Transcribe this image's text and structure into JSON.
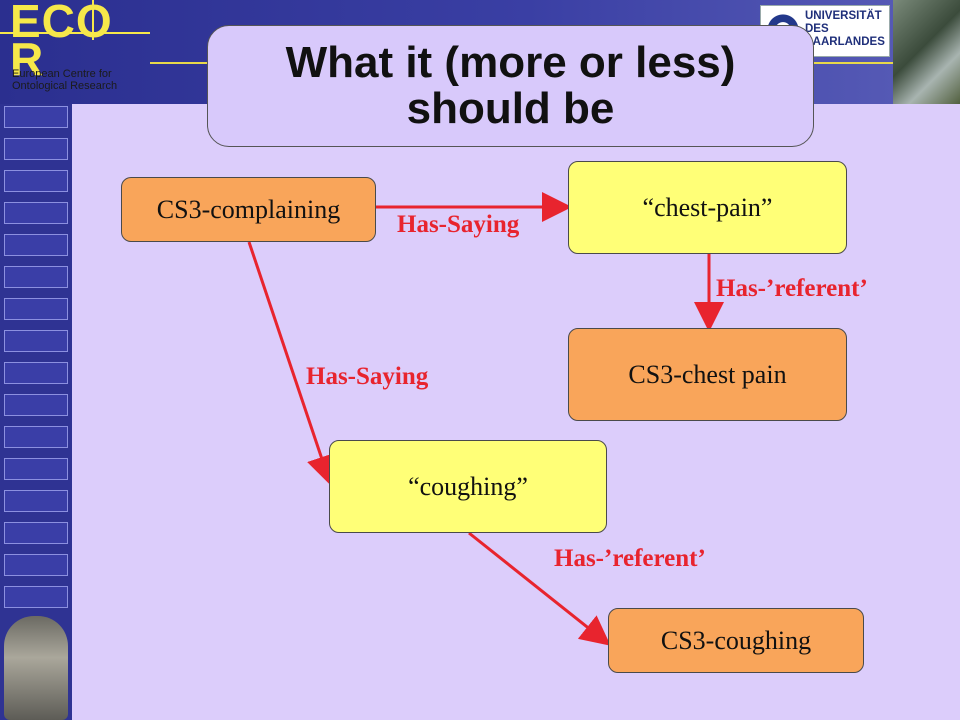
{
  "header": {
    "logo_text": "ECO R",
    "logo_subtitle": "European Centre for Ontological Research",
    "university_name": "UNIVERSITÄT DES SAARLANDES"
  },
  "title": "What it (more or less) should be",
  "nodes": {
    "cs3_complaining": "CS3-complaining",
    "chest_pain_term": "“chest-pain”",
    "cs3_chest_pain": "CS3-chest pain",
    "coughing_term": "“coughing”",
    "cs3_coughing": "CS3-coughing"
  },
  "edges": {
    "has_saying_1": "Has-Saying",
    "has_referent_1": "Has-’referent’",
    "has_saying_2": "Has-Saying",
    "has_referent_2": "Has-’referent’"
  },
  "colors": {
    "background": "#dccdfb",
    "orange_node": "#f9a55a",
    "yellow_node": "#ffff77",
    "edge": "#e8242e",
    "banner": "#2f3393"
  }
}
